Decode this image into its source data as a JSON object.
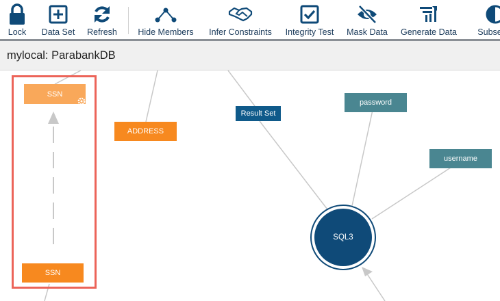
{
  "toolbar": {
    "lock": "Lock",
    "data_set": "Data Set",
    "refresh": "Refresh",
    "hide_members": "Hide Members",
    "infer_constraints": "Infer Constraints",
    "integrity_test": "Integrity Test",
    "mask_data": "Mask Data",
    "generate_data": "Generate Data",
    "subset": "Subset D"
  },
  "title": "mylocal: ParabankDB",
  "graph": {
    "ssn_top": "SSN",
    "ssn_bottom": "SSN",
    "address": "ADDRESS",
    "result_set": "Result Set",
    "password": "password",
    "username": "username",
    "sql3": "SQL3"
  },
  "colors": {
    "accent": "#0f4a78",
    "orange": "#f7891f",
    "teal": "#4a8691",
    "highlight": "#ec6459"
  }
}
